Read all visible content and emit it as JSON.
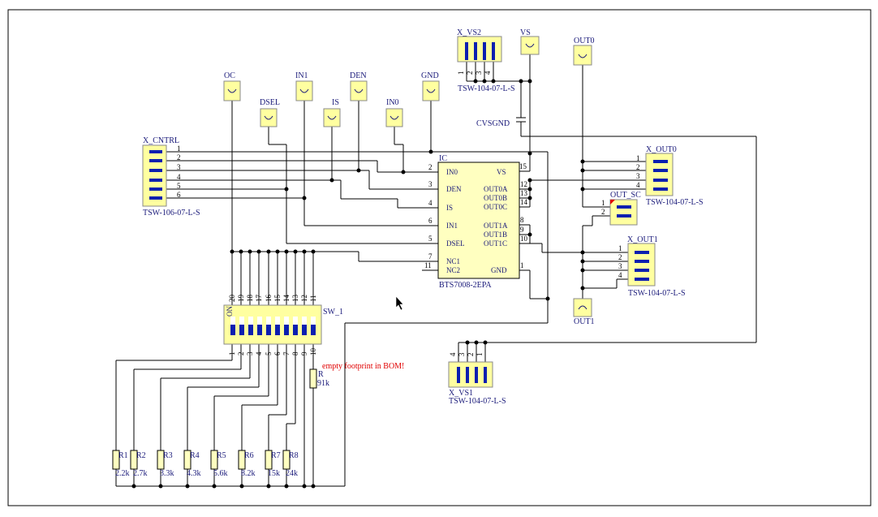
{
  "ports": {
    "oc": "OC",
    "dsel": "DSEL",
    "in1": "IN1",
    "is": "IS",
    "den": "DEN",
    "in0": "IN0",
    "gnd": "GND",
    "vs": "VS",
    "out0": "OUT0",
    "out1": "OUT1"
  },
  "x_vs2": {
    "ref": "X_VS2",
    "value": "TSW-104-07-L-S",
    "pins": [
      "1",
      "2",
      "3",
      "4"
    ]
  },
  "cvsgnd": "CVSGND",
  "x_cntrl": {
    "ref": "X_CNTRL",
    "value": "TSW-106-07-L-S",
    "pins": [
      "1",
      "2",
      "3",
      "4",
      "5",
      "6"
    ]
  },
  "ic": {
    "ref": "IC",
    "value": "BTS7008-2EPA",
    "left_pins": [
      {
        "num": "2",
        "name": "IN0"
      },
      {
        "num": "3",
        "name": "DEN"
      },
      {
        "num": "4",
        "name": "IS"
      },
      {
        "num": "6",
        "name": "IN1"
      },
      {
        "num": "5",
        "name": "DSEL"
      },
      {
        "num": "7",
        "name": "NC1"
      },
      {
        "num": "11",
        "name": "NC2"
      }
    ],
    "right_pins": [
      {
        "num": "15",
        "name": "VS"
      },
      {
        "num": "12",
        "name": "OUT0A"
      },
      {
        "num": "13",
        "name": "OUT0B"
      },
      {
        "num": "14",
        "name": "OUT0C"
      },
      {
        "num": "8",
        "name": "OUT1A"
      },
      {
        "num": "9",
        "name": "OUT1B"
      },
      {
        "num": "10",
        "name": "OUT1C"
      },
      {
        "num": "1",
        "name": "GND"
      }
    ]
  },
  "x_out0": {
    "ref": "X_OUT0",
    "value": "TSW-104-07-L-S",
    "pins": [
      "1",
      "2",
      "3",
      "4"
    ]
  },
  "out_sc": {
    "ref": "OUT_SC",
    "pins": [
      "1",
      "2"
    ]
  },
  "x_out1": {
    "ref": "X_OUT1",
    "value": "TSW-104-07-L-S",
    "pins": [
      "1",
      "2",
      "3",
      "4"
    ]
  },
  "x_vs1": {
    "ref": "X_VS1",
    "value": "TSW-104-07-L-S",
    "pins": [
      "4",
      "3",
      "2",
      "1"
    ]
  },
  "sw1": {
    "ref": "SW_1",
    "on_label": "ON",
    "top_pins": [
      "20",
      "19",
      "18",
      "17",
      "16",
      "15",
      "14",
      "13",
      "12",
      "11"
    ],
    "bottom_pins": [
      "1",
      "2",
      "3",
      "4",
      "5",
      "6",
      "7",
      "8",
      "9",
      "10"
    ]
  },
  "note": "empty footprint in BOM!",
  "r_pull": {
    "ref": "R",
    "value": "91k"
  },
  "resistors": [
    {
      "ref": "R1",
      "value": "2.2k"
    },
    {
      "ref": "R2",
      "value": "2.7k"
    },
    {
      "ref": "R3",
      "value": "3.3k"
    },
    {
      "ref": "R4",
      "value": "4.3k"
    },
    {
      "ref": "R5",
      "value": "5.6k"
    },
    {
      "ref": "R6",
      "value": "8.2k"
    },
    {
      "ref": "R7",
      "value": "15k"
    },
    {
      "ref": "R8",
      "value": "24k"
    }
  ]
}
